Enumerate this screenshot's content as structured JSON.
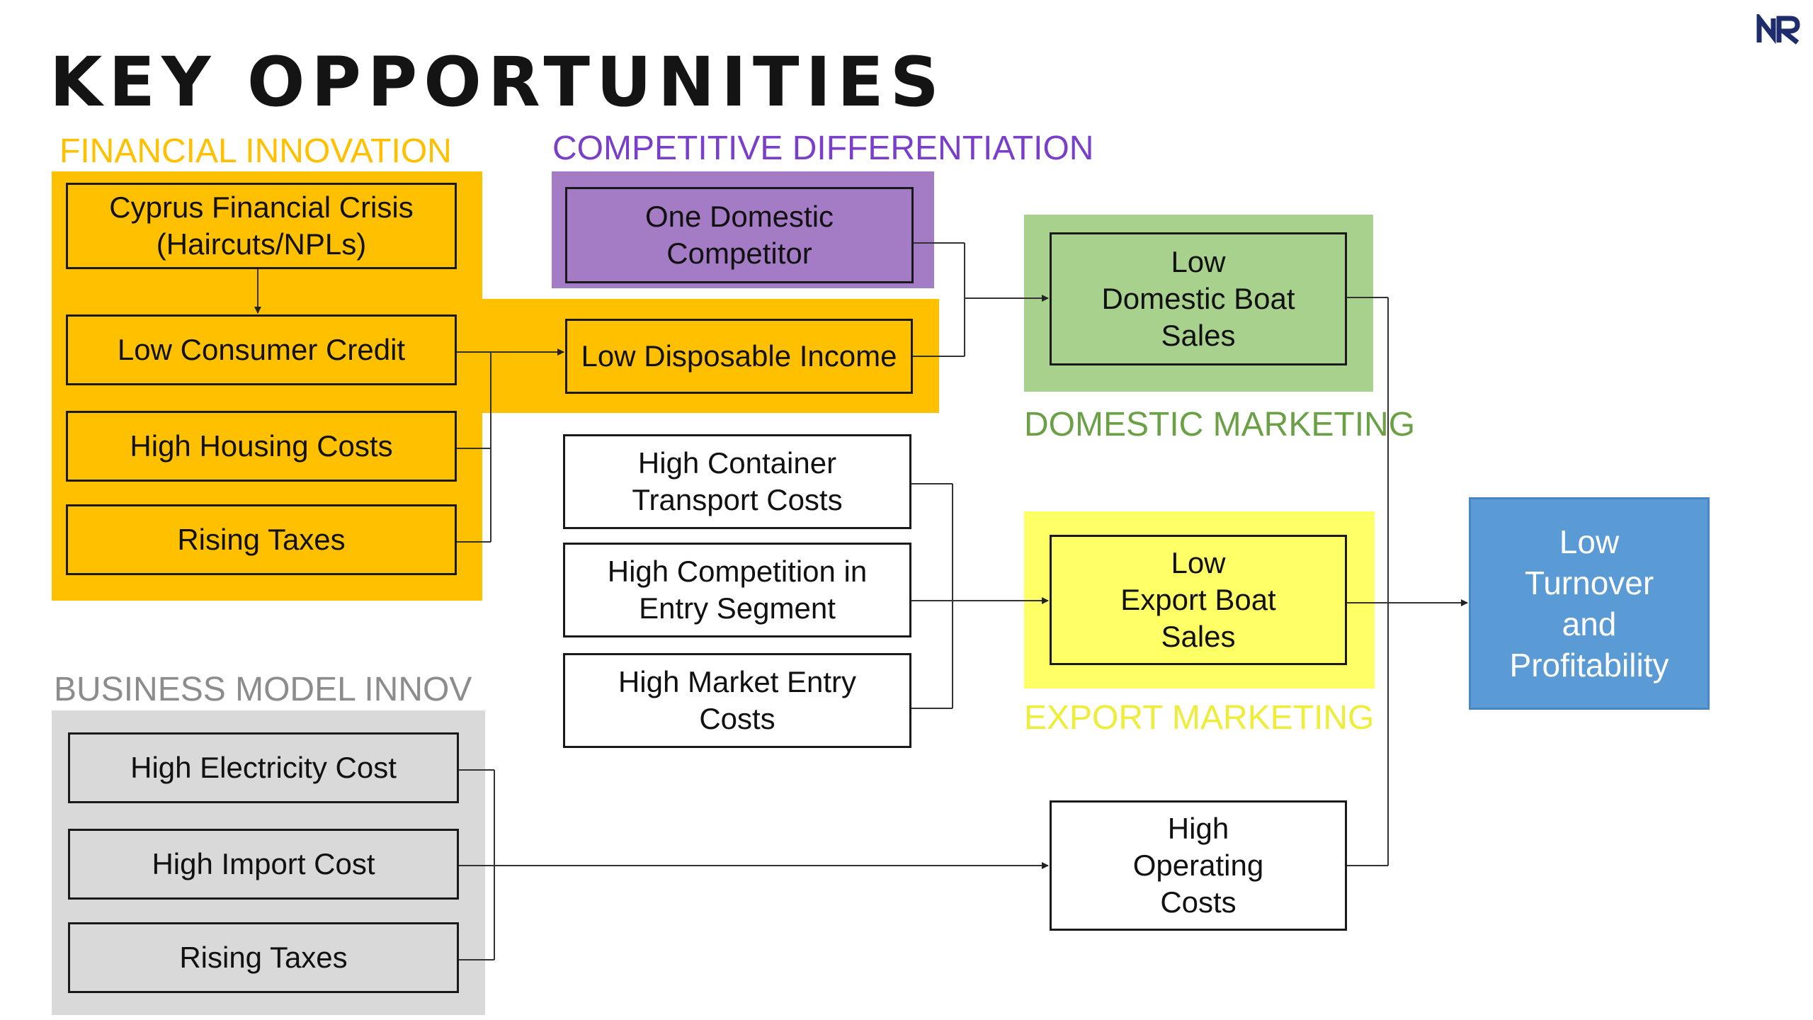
{
  "slide": {
    "title": "KEY OPPORTUNITIES",
    "logo_text": "NR"
  },
  "colors": {
    "financial": "#FFC000",
    "competitive": "#A47CC6",
    "competitive_label": "#7A3FC8",
    "domestic": "#A9D18E",
    "domestic_label": "#6BA046",
    "export": "#FFFF66",
    "export_label": "#EDED3A",
    "business": "#D9D9D9",
    "business_label": "#8C8C8C",
    "result": "#5B9BD5",
    "logo": "#1F2C6B"
  },
  "groups": {
    "financial": {
      "label": "FINANCIAL INNOVATION",
      "boxes": {
        "crisis": "Cyprus Financial Crisis\n(Haircuts/NPLs)",
        "credit": "Low Consumer Credit",
        "housing": "High Housing Costs",
        "taxes": "Rising Taxes",
        "disposable": "Low Disposable Income"
      }
    },
    "competitive": {
      "label": "COMPETITIVE DIFFERENTIATION",
      "boxes": {
        "competitor": "One Domestic\nCompetitor"
      }
    },
    "domestic": {
      "label": "DOMESTIC MARKETING",
      "boxes": {
        "domestic_sales": "Low\nDomestic Boat\nSales"
      }
    },
    "export": {
      "label": "EXPORT MARKETING",
      "boxes": {
        "export_sales": "Low\nExport Boat\nSales"
      }
    },
    "business": {
      "label": "BUSINESS MODEL INNOV",
      "boxes": {
        "electricity": "High Electricity Cost",
        "import": "High Import Cost",
        "taxes": "Rising Taxes"
      }
    }
  },
  "standalone": {
    "container": "High Container\nTransport Costs",
    "competition": "High Competition in\nEntry Segment",
    "market_entry": "High Market Entry\nCosts",
    "operating": "High\nOperating\nCosts"
  },
  "result": {
    "text": "Low\nTurnover\nand\nProfitability"
  }
}
